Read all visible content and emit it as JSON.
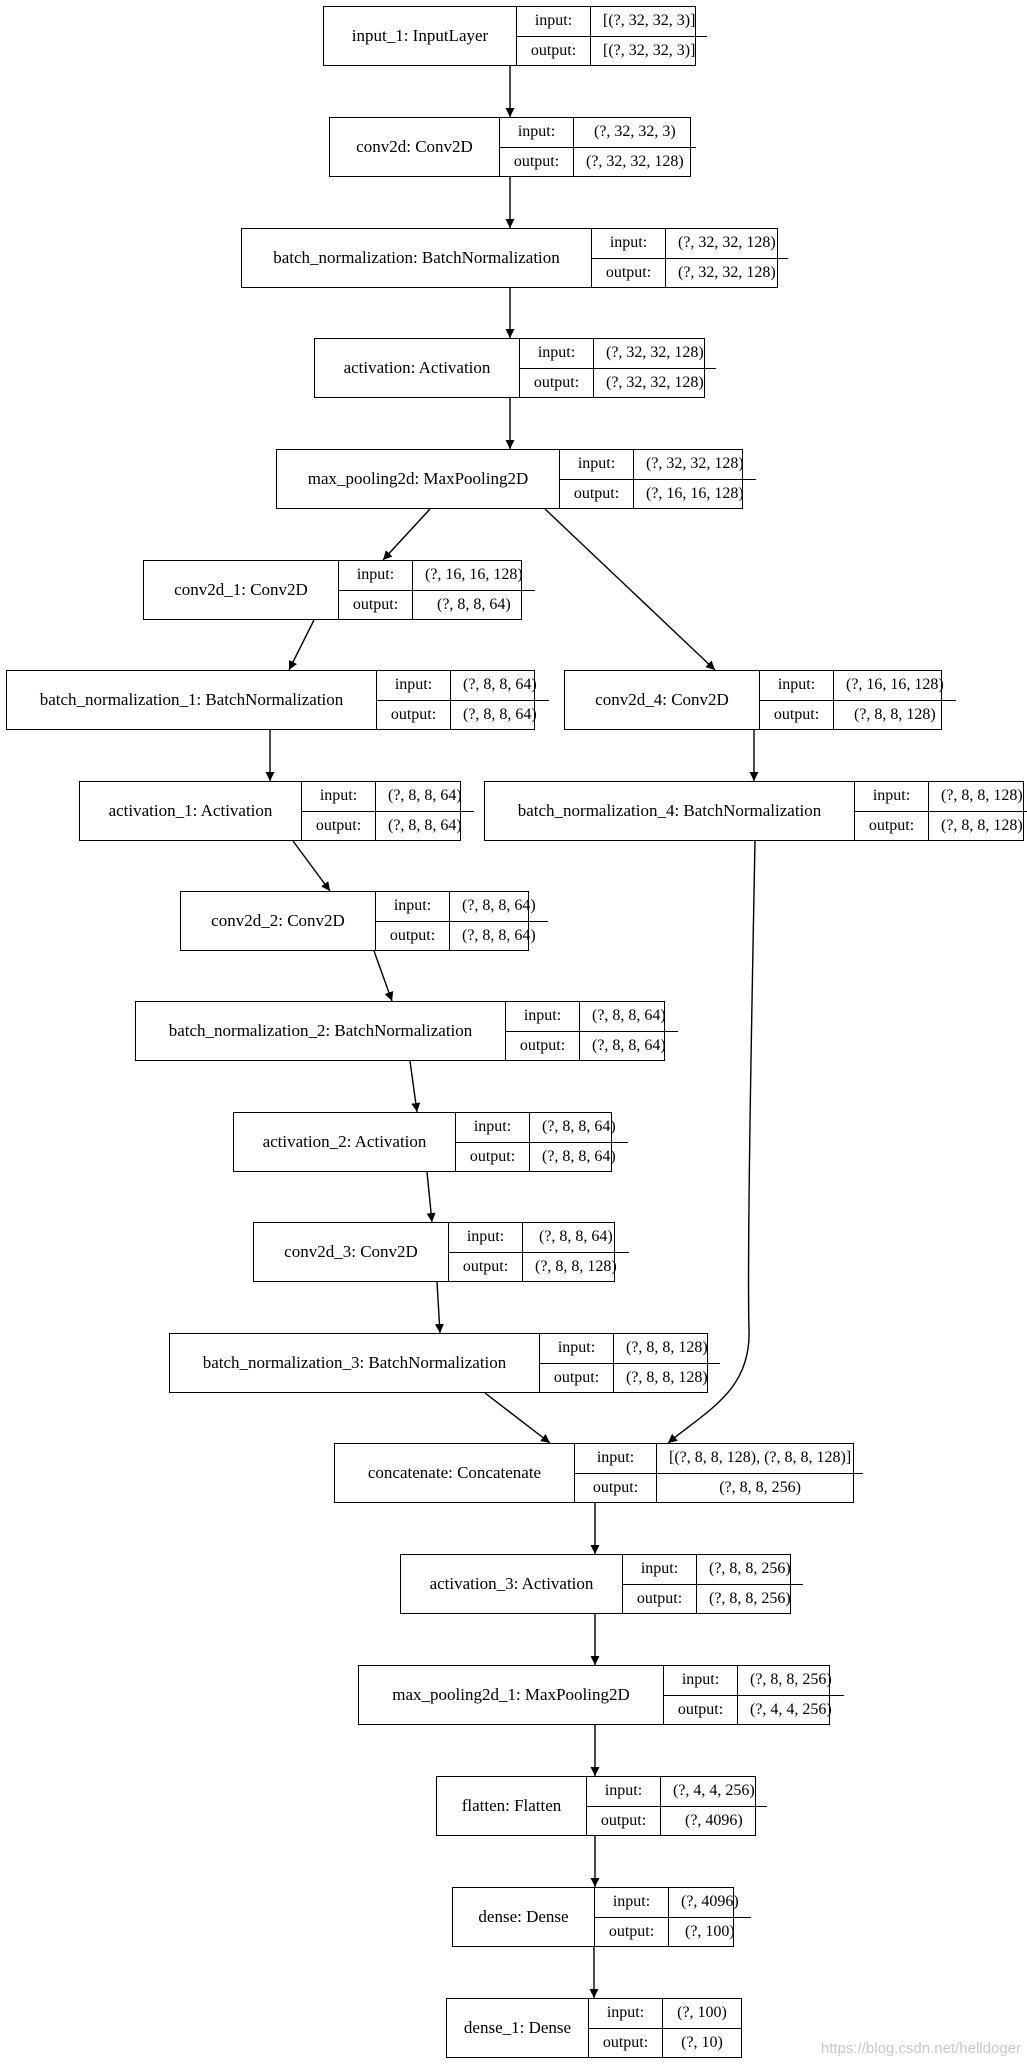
{
  "labels": {
    "input": "input:",
    "output": "output:"
  },
  "nodes": [
    {
      "id": "input_1",
      "name": "input_1: InputLayer",
      "input": "[(?, 32, 32, 3)]",
      "output": "[(?, 32, 32, 3)]"
    },
    {
      "id": "conv2d",
      "name": "conv2d: Conv2D",
      "input": "(?, 32, 32, 3)",
      "output": "(?, 32, 32, 128)"
    },
    {
      "id": "batch_normalization",
      "name": "batch_normalization: BatchNormalization",
      "input": "(?, 32, 32, 128)",
      "output": "(?, 32, 32, 128)"
    },
    {
      "id": "activation",
      "name": "activation: Activation",
      "input": "(?, 32, 32, 128)",
      "output": "(?, 32, 32, 128)"
    },
    {
      "id": "max_pooling2d",
      "name": "max_pooling2d: MaxPooling2D",
      "input": "(?, 32, 32, 128)",
      "output": "(?, 16, 16, 128)"
    },
    {
      "id": "conv2d_1",
      "name": "conv2d_1: Conv2D",
      "input": "(?, 16, 16, 128)",
      "output": "(?, 8, 8, 64)"
    },
    {
      "id": "batch_normalization_1",
      "name": "batch_normalization_1: BatchNormalization",
      "input": "(?, 8, 8, 64)",
      "output": "(?, 8, 8, 64)"
    },
    {
      "id": "conv2d_4",
      "name": "conv2d_4: Conv2D",
      "input": "(?, 16, 16, 128)",
      "output": "(?, 8, 8, 128)"
    },
    {
      "id": "activation_1",
      "name": "activation_1: Activation",
      "input": "(?, 8, 8, 64)",
      "output": "(?, 8, 8, 64)"
    },
    {
      "id": "batch_normalization_4",
      "name": "batch_normalization_4: BatchNormalization",
      "input": "(?, 8, 8, 128)",
      "output": "(?, 8, 8, 128)"
    },
    {
      "id": "conv2d_2",
      "name": "conv2d_2: Conv2D",
      "input": "(?, 8, 8, 64)",
      "output": "(?, 8, 8, 64)"
    },
    {
      "id": "batch_normalization_2",
      "name": "batch_normalization_2: BatchNormalization",
      "input": "(?, 8, 8, 64)",
      "output": "(?, 8, 8, 64)"
    },
    {
      "id": "activation_2",
      "name": "activation_2: Activation",
      "input": "(?, 8, 8, 64)",
      "output": "(?, 8, 8, 64)"
    },
    {
      "id": "conv2d_3",
      "name": "conv2d_3: Conv2D",
      "input": "(?, 8, 8, 64)",
      "output": "(?, 8, 8, 128)"
    },
    {
      "id": "batch_normalization_3",
      "name": "batch_normalization_3: BatchNormalization",
      "input": "(?, 8, 8, 128)",
      "output": "(?, 8, 8, 128)"
    },
    {
      "id": "concatenate",
      "name": "concatenate: Concatenate",
      "input": "[(?, 8, 8, 128), (?, 8, 8, 128)]",
      "output": "(?, 8, 8, 256)"
    },
    {
      "id": "activation_3",
      "name": "activation_3: Activation",
      "input": "(?, 8, 8, 256)",
      "output": "(?, 8, 8, 256)"
    },
    {
      "id": "max_pooling2d_1",
      "name": "max_pooling2d_1: MaxPooling2D",
      "input": "(?, 8, 8, 256)",
      "output": "(?, 4, 4, 256)"
    },
    {
      "id": "flatten",
      "name": "flatten: Flatten",
      "input": "(?, 4, 4, 256)",
      "output": "(?, 4096)"
    },
    {
      "id": "dense",
      "name": "dense: Dense",
      "input": "(?, 4096)",
      "output": "(?, 100)"
    },
    {
      "id": "dense_1",
      "name": "dense_1: Dense",
      "input": "(?, 100)",
      "output": "(?, 10)"
    }
  ],
  "edges": [
    [
      "input_1",
      "conv2d"
    ],
    [
      "conv2d",
      "batch_normalization"
    ],
    [
      "batch_normalization",
      "activation"
    ],
    [
      "activation",
      "max_pooling2d"
    ],
    [
      "max_pooling2d",
      "conv2d_1"
    ],
    [
      "max_pooling2d",
      "conv2d_4"
    ],
    [
      "conv2d_1",
      "batch_normalization_1"
    ],
    [
      "batch_normalization_1",
      "activation_1"
    ],
    [
      "activation_1",
      "conv2d_2"
    ],
    [
      "conv2d_2",
      "batch_normalization_2"
    ],
    [
      "batch_normalization_2",
      "activation_2"
    ],
    [
      "activation_2",
      "conv2d_3"
    ],
    [
      "conv2d_3",
      "batch_normalization_3"
    ],
    [
      "batch_normalization_3",
      "concatenate"
    ],
    [
      "conv2d_4",
      "batch_normalization_4"
    ],
    [
      "batch_normalization_4",
      "concatenate"
    ],
    [
      "concatenate",
      "activation_3"
    ],
    [
      "activation_3",
      "max_pooling2d_1"
    ],
    [
      "max_pooling2d_1",
      "flatten"
    ],
    [
      "flatten",
      "dense"
    ],
    [
      "dense",
      "dense_1"
    ]
  ],
  "watermark": "https://blog.csdn.net/helldoger"
}
